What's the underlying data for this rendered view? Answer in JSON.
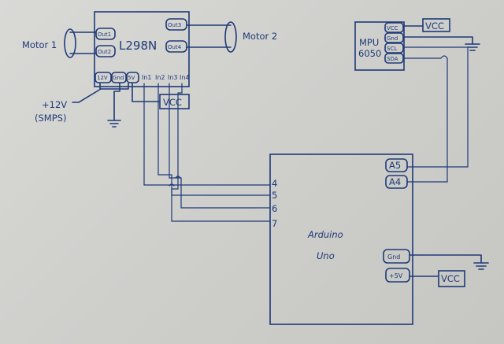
{
  "driver": {
    "name": "L298N",
    "pins": {
      "out1": "Out1",
      "out2": "Out2",
      "out3": "Out3",
      "out4": "Out4",
      "v12": "12V",
      "gnd": "Gnd",
      "v5": "5V",
      "in1": "In1",
      "in2": "In2",
      "in3": "In3",
      "in4": "In4"
    }
  },
  "motors": {
    "left": "Motor 1",
    "right": "Motor 2"
  },
  "power": {
    "supply": "+12V",
    "supply_note": "(SMPS)"
  },
  "vcc_labels": {
    "driver": "VCC",
    "mpu": "VCC",
    "arduino": "VCC"
  },
  "mpu": {
    "name_line1": "MPU",
    "name_line2": "6050",
    "pins": {
      "vcc": "VCC",
      "gnd": "Gnd",
      "scl": "SCL",
      "sda": "SDA"
    }
  },
  "arduino": {
    "name_line1": "Arduino",
    "name_line2": "Uno",
    "pins": {
      "a5": "A5",
      "a4": "A4",
      "gnd": "Gnd",
      "v5": "+5V"
    },
    "digital": [
      "4",
      "5",
      "6",
      "7"
    ]
  }
}
